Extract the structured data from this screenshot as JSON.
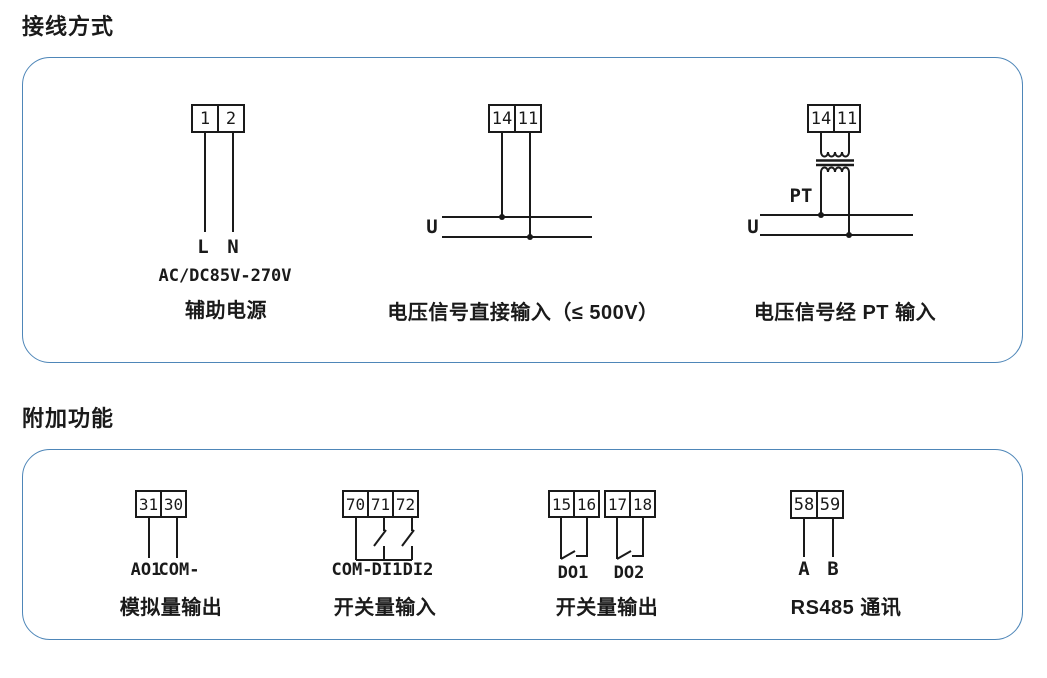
{
  "colors": {
    "panel_border": "#4E86B8",
    "wire": "#1A1A1A",
    "text": "#1A1A1A"
  },
  "sections": {
    "wiring": {
      "title": "接线方式"
    },
    "additional": {
      "title": "附加功能"
    }
  },
  "diagrams": {
    "aux_power": {
      "terminals": [
        "1",
        "2"
      ],
      "wire_labels": [
        "L",
        "N"
      ],
      "spec": "AC/DC85V-270V",
      "caption": "辅助电源"
    },
    "voltage_direct": {
      "terminals": [
        "14",
        "11"
      ],
      "bus_label": "U",
      "caption": "电压信号直接输入（≤ 500V）"
    },
    "voltage_pt": {
      "terminals": [
        "14",
        "11"
      ],
      "bus_label": "U",
      "transformer_label": "PT",
      "caption": "电压信号经 PT 输入"
    },
    "analog_output": {
      "terminals": [
        "31",
        "30"
      ],
      "wire_labels": [
        "AO1",
        "COM-"
      ],
      "caption": "模拟量输出"
    },
    "digital_input": {
      "terminals": [
        "70",
        "71",
        "72"
      ],
      "wire_labels": [
        "COM-",
        "DI1",
        "DI2"
      ],
      "caption": "开关量输入"
    },
    "digital_output": {
      "terminals": [
        "15",
        "16",
        "17",
        "18"
      ],
      "wire_labels": [
        "DO1",
        "DO2"
      ],
      "caption": "开关量输出"
    },
    "rs485": {
      "terminals": [
        "58",
        "59"
      ],
      "wire_labels": [
        "A",
        "B"
      ],
      "caption": "RS485 通讯"
    }
  }
}
